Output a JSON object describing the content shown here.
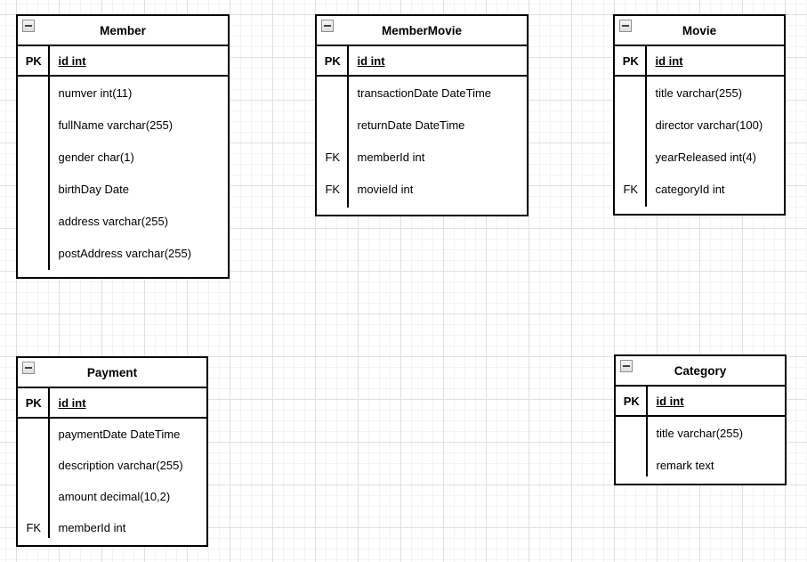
{
  "canvas": {
    "background_color": "#ffffff",
    "grid_major_color": "#e0e0e0",
    "grid_minor_color": "#f3f3f3",
    "stroke_color": "#000000",
    "text_color": "#000000"
  },
  "icons": {
    "collapse": "minus-icon"
  },
  "key_labels": {
    "primary": "PK",
    "foreign": "FK"
  },
  "entities": [
    {
      "title": "Member",
      "primary_key": {
        "key": "PK",
        "name": "id int"
      },
      "rows": [
        {
          "key": "",
          "name": "numver int(11)"
        },
        {
          "key": "",
          "name": "fullName varchar(255)"
        },
        {
          "key": "",
          "name": "gender char(1)"
        },
        {
          "key": "",
          "name": "birthDay Date"
        },
        {
          "key": "",
          "name": "address varchar(255)"
        },
        {
          "key": "",
          "name": "postAddress varchar(255)"
        }
      ]
    },
    {
      "title": "MemberMovie",
      "primary_key": {
        "key": "PK",
        "name": "id int"
      },
      "rows": [
        {
          "key": "",
          "name": "transactionDate DateTime"
        },
        {
          "key": "",
          "name": "returnDate DateTime"
        },
        {
          "key": "FK",
          "name": "memberId int"
        },
        {
          "key": "FK",
          "name": "movieId int"
        }
      ]
    },
    {
      "title": "Movie",
      "primary_key": {
        "key": "PK",
        "name": "id int"
      },
      "rows": [
        {
          "key": "",
          "name": "title varchar(255)"
        },
        {
          "key": "",
          "name": "director varchar(100)"
        },
        {
          "key": "",
          "name": "yearReleased int(4)"
        },
        {
          "key": "FK",
          "name": "categoryId int"
        }
      ]
    },
    {
      "title": "Payment",
      "primary_key": {
        "key": "PK",
        "name": "id int"
      },
      "rows": [
        {
          "key": "",
          "name": "paymentDate DateTime"
        },
        {
          "key": "",
          "name": "description varchar(255)"
        },
        {
          "key": "",
          "name": "amount decimal(10,2)"
        },
        {
          "key": "FK",
          "name": "memberId int"
        }
      ]
    },
    {
      "title": "Category",
      "primary_key": {
        "key": "PK",
        "name": "id int"
      },
      "rows": [
        {
          "key": "",
          "name": "title varchar(255)"
        },
        {
          "key": "",
          "name": "remark text"
        }
      ]
    }
  ]
}
